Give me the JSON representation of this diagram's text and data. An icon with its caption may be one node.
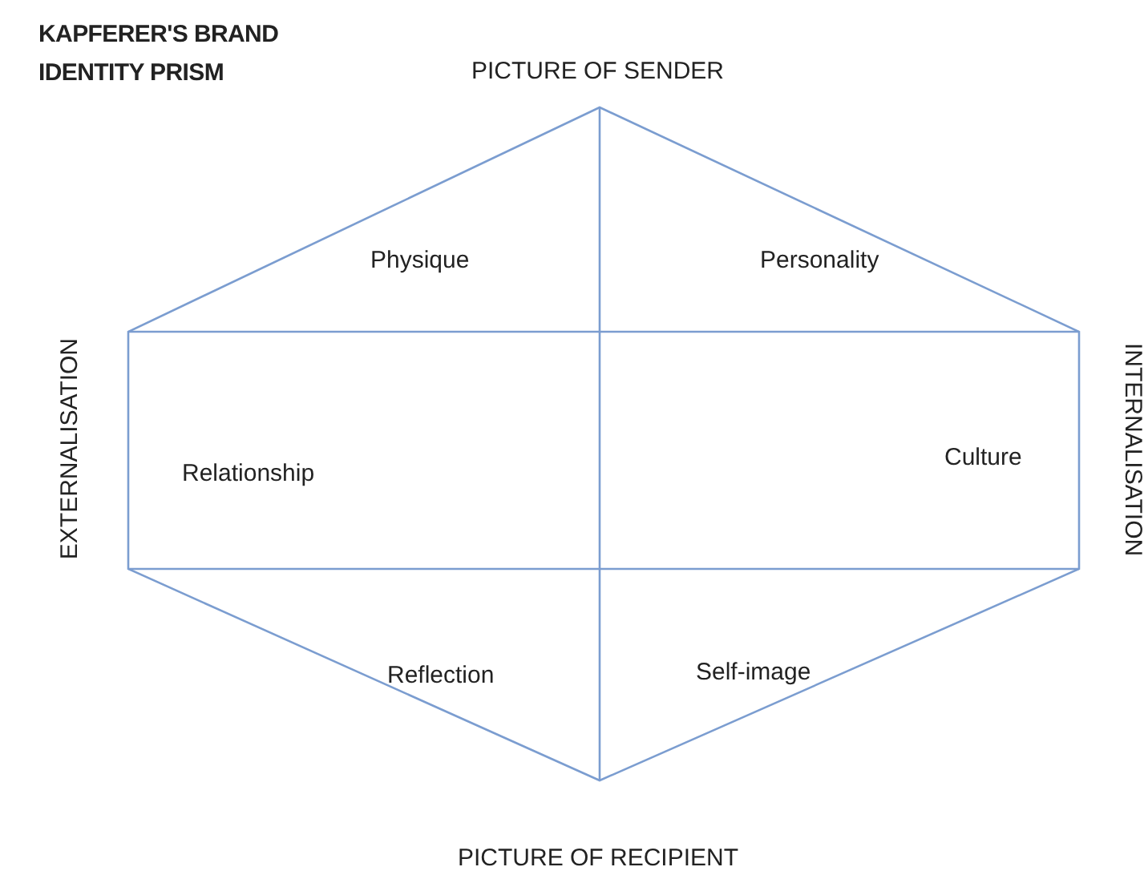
{
  "diagram": {
    "title": "KAPFERER'S BRAND IDENTITY PRISM",
    "labels": [
      "PICTURE OF SENDER",
      "Physique",
      "Personality",
      "EXTERNALISATION",
      "Relationship",
      "Culture",
      "INTERNALISATION",
      "Reflection",
      "Self-image",
      "PICTURE OF RECIPIENT"
    ]
  }
}
